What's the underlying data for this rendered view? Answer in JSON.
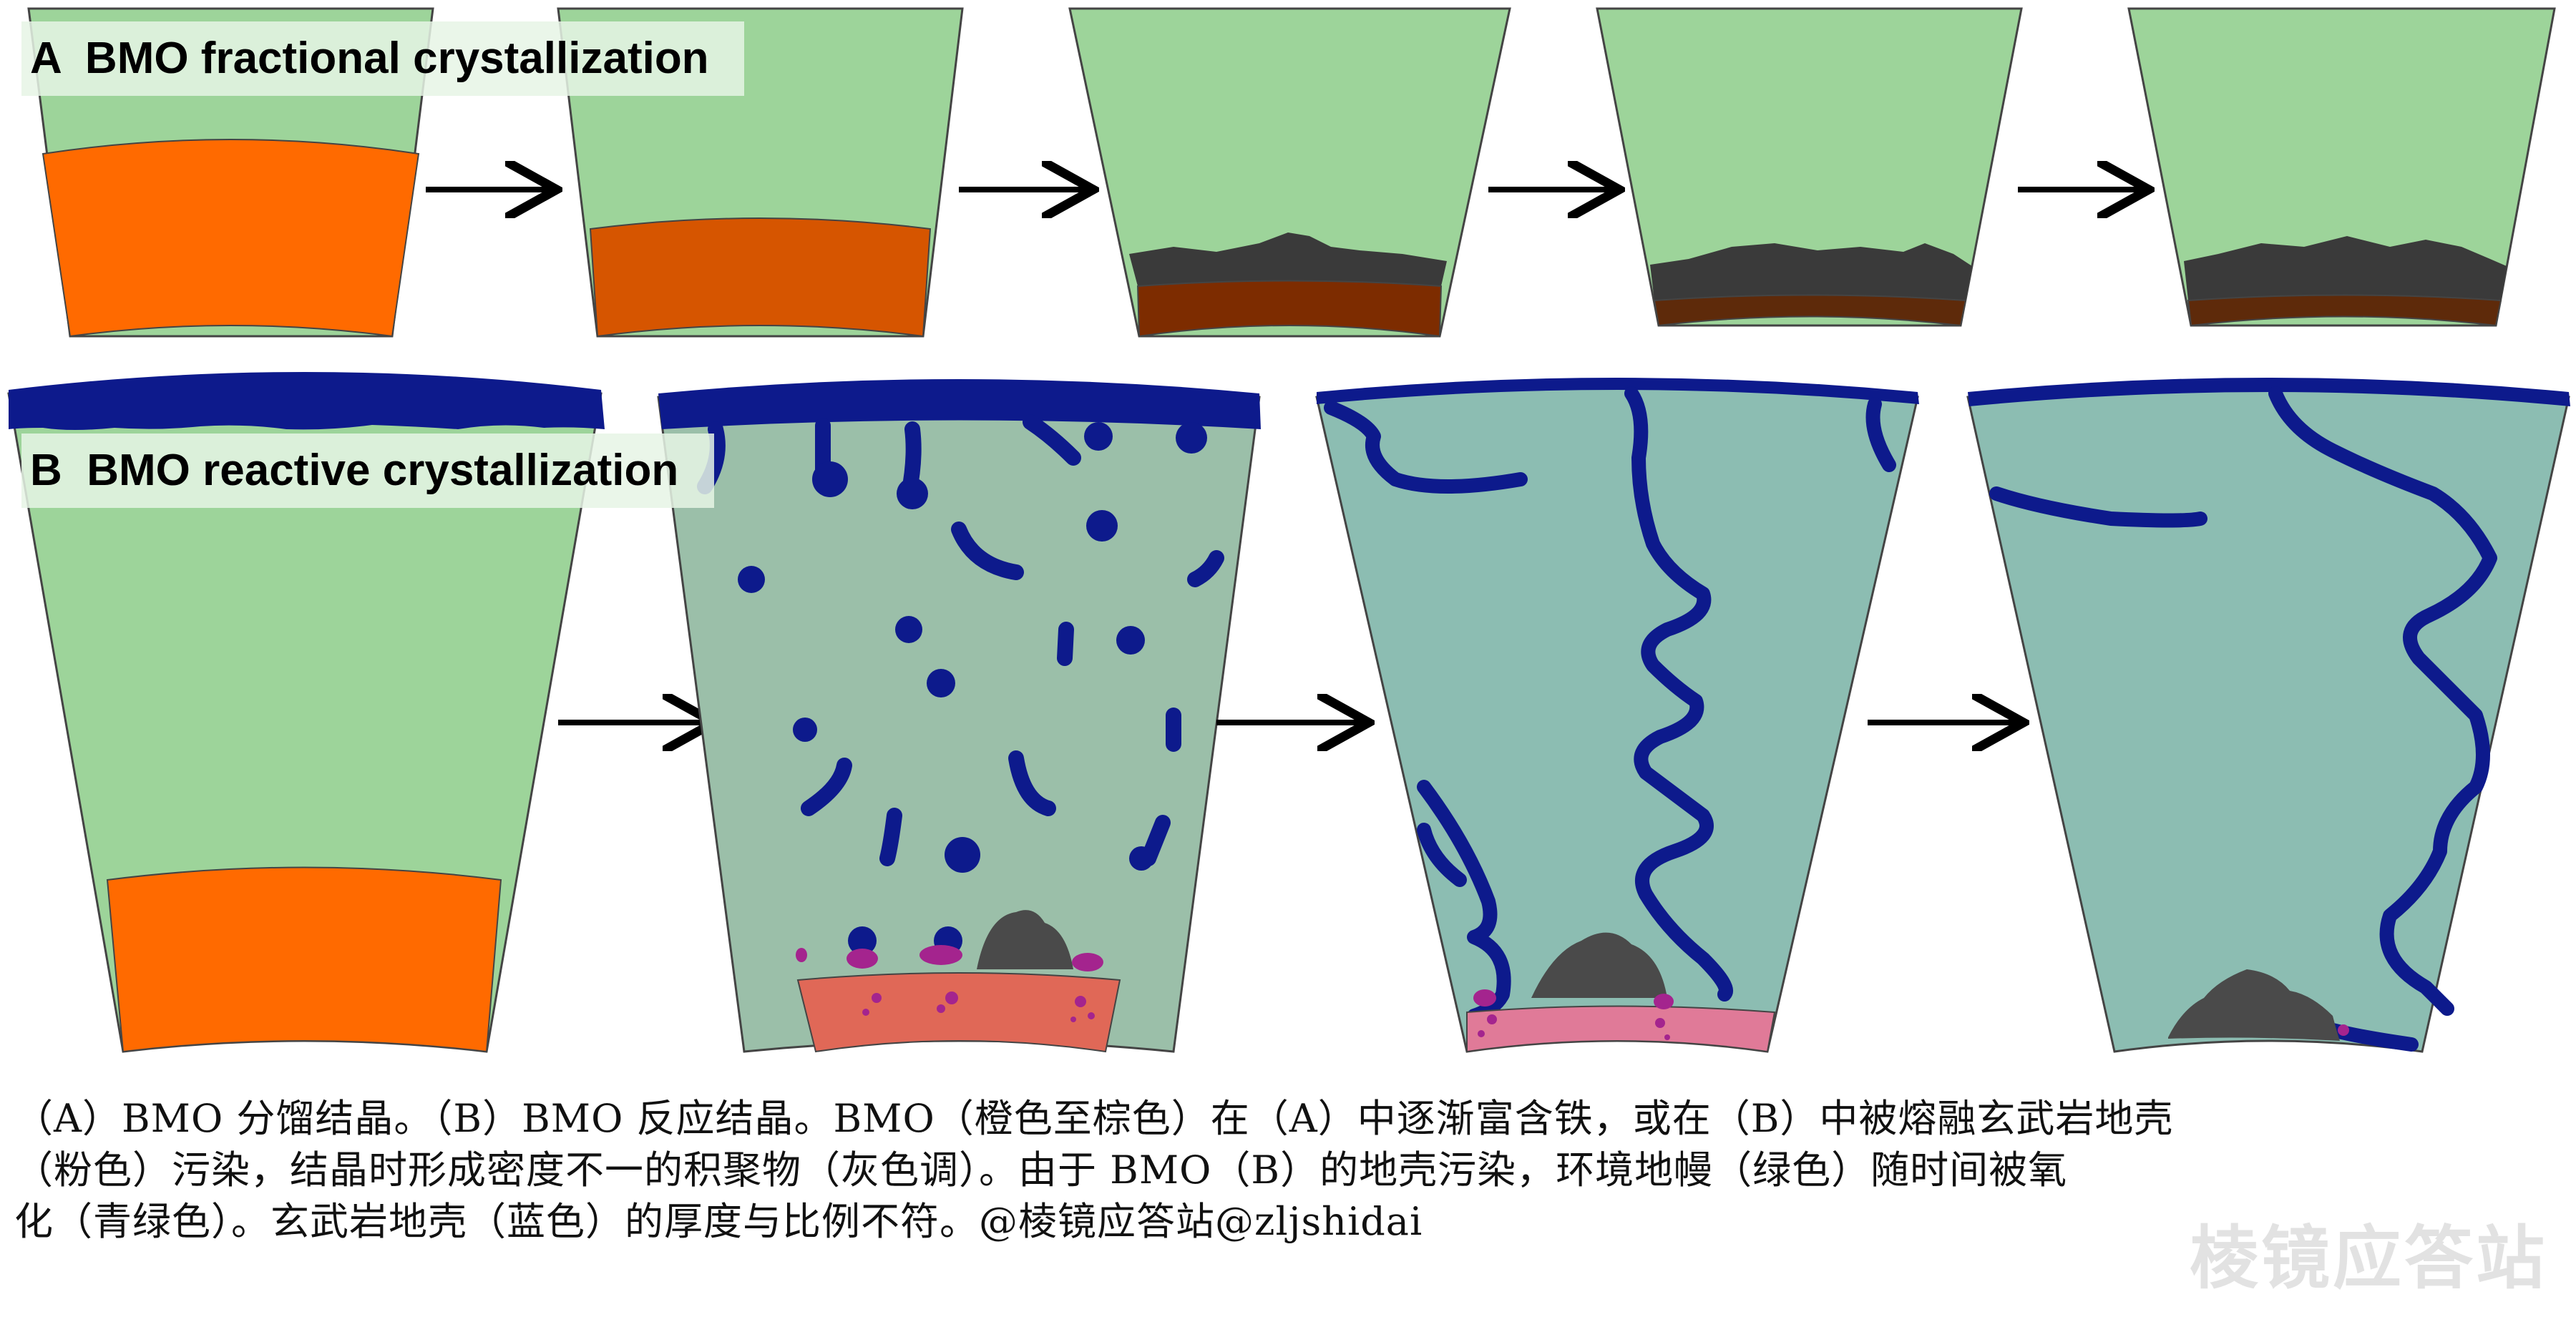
{
  "panel_a": {
    "title": "A  BMO fractional crystallization"
  },
  "panel_b": {
    "title": "B  BMO reactive crystallization"
  },
  "legend_colors": {
    "ambient_mantle": "#9dd49a",
    "oxidized_mantle": "#8cbdb2",
    "bmo_early": "#ff6a00",
    "bmo_mid": "#d65500",
    "bmo_late": "#7d2c00",
    "bmo_latest": "#5e2a0a",
    "cumulates": "#3a3a3a",
    "basalt_crust": "#0d1a8c",
    "melted_crust": "#a4248e",
    "contaminated_bmo_1": "#e06857",
    "contaminated_bmo_2": "#e07a98"
  },
  "caption": {
    "line1": "（A）BMO 分馏结晶。（B）BMO 反应结晶。BMO（橙色至棕色）在（A）中逐渐富含铁，或在（B）中被熔融玄武岩地壳",
    "line2": "（粉色）污染，结晶时形成密度不一的积聚物（灰色调）。由于 BMO（B）的地壳污染，环境地幔（绿色）随时间被氧",
    "line3": "化（青绿色）。玄武岩地壳（蓝色）的厚度与比例不符。@棱镜应答站@zljshidai"
  },
  "watermark": "棱镜应答站"
}
